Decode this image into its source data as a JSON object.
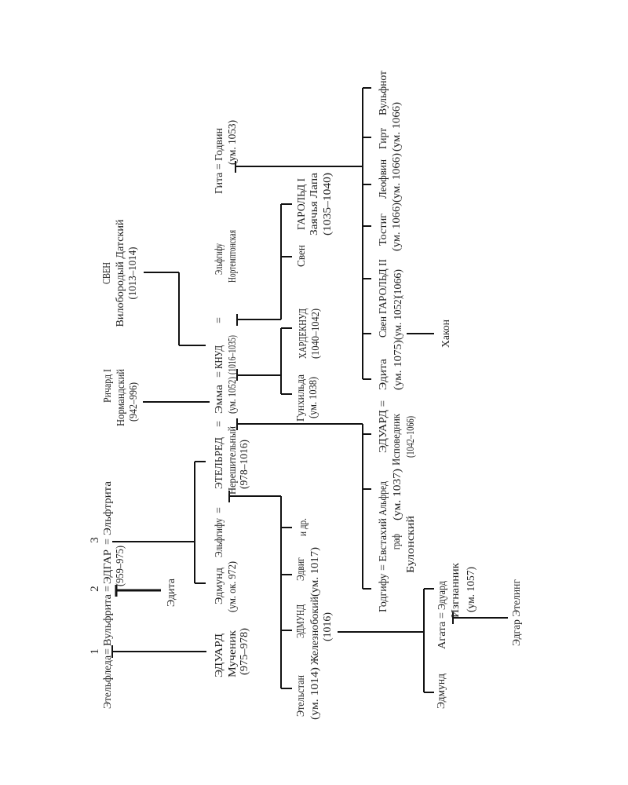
{
  "colors": {
    "background": "#ffffff",
    "ink": "#111111"
  },
  "marks": {
    "eq": "=",
    "n1": "1",
    "n2": "2",
    "n3": "3"
  },
  "gen0": {
    "aethelflaed": "Этельфледа",
    "wulfthryth": "Вульфрита",
    "edgar": "ЭДГАР",
    "edgar_years": "(959–975)",
    "aelfthryth": "Эльфтрита",
    "richard_name": "Ричард I",
    "richard_title": "Нормандский",
    "richard_years": "(942–996)",
    "sven_name": "СВЕН",
    "sven_title": "Вилобородый Датский",
    "sven_years": "(1013–1014)"
  },
  "gen1": {
    "edward_name": "ЭДУАРД",
    "edward_title": "Мученик",
    "edward_years": "(975–978)",
    "edith": "Эдита",
    "edmund_name": "Эдмунд",
    "edmund_note": "(ум. ок. 972)",
    "aelfgifu1": "Эльфгифу",
    "aethelred_name": "ЭТЕЛЬРЕД",
    "aethelred_title": "Нерешительный",
    "aethelred_years": "(978–1016)",
    "emma_name": "Эмма",
    "emma_note": "(ум. 1052)",
    "cnut_name": "КНУД",
    "cnut_years": "(1016–1035)",
    "aelfgifu2_name": "Эльфгифу",
    "aelfgifu2_title": "Нортемптонская",
    "godwin": "Гита = Годвин",
    "godwin_note": "(ум. 1053)"
  },
  "gen2": {
    "athelstan_name": "Этельстан",
    "athelstan_note": "(ум. 1014)",
    "edmund_name": "ЭДМУНД",
    "edmund_title": "Железнобокий",
    "edmund_years": "(1016)",
    "eadwig_name": "Эдвиг",
    "eadwig_note": "(ум. 1017)",
    "others": "и др.",
    "gunhilda_name": "Гунхильда",
    "gunhilda_note": "(ум. 1038)",
    "harthacnut_name": "ХАРДЕКНУД",
    "harthacnut_years": "(1040–1042)",
    "sven": "Свен",
    "harold1_name": "ГАРОЛЬД I",
    "harold1_title": "Заячья Лапа",
    "harold1_years": "(1035–1040)"
  },
  "gen3": {
    "godgifu": "Годгифу = Евстахий",
    "eustace_l2": "граф",
    "eustace_l3": "Булонский",
    "alfred_name": "Альфред",
    "alfred_note": "(ум. 1037)",
    "confessor_name": "ЭДУАРД =",
    "confessor_title": "Исповедник",
    "confessor_years": "(1042–1066)",
    "edith_name": "Эдита",
    "edith_note": "(ум. 1075)",
    "sven_name": "Свен",
    "sven_note": "(ум. 1052)",
    "harold2_name": "ГАРОЛЬД II",
    "harold2_years": "(1066)",
    "tostig_name": "Тостиг",
    "tostig_note": "(ум. 1066)",
    "leofwine_name": "Леофвин",
    "leofwine_note": "(ум. 1066)",
    "gyrth_name": "Гирт",
    "gyrth_note": "(ум. 1066)",
    "wulfnoth": "Вульфнот",
    "hakon": "Хакон"
  },
  "gen4": {
    "edmund": "Эдмунд",
    "agatha": "Агата =",
    "exile_name": "Эдуард",
    "exile_title": "Изгнанник",
    "exile_note": "(ум. 1057)",
    "edgar_atheling": "Эдгар Этелинг"
  }
}
